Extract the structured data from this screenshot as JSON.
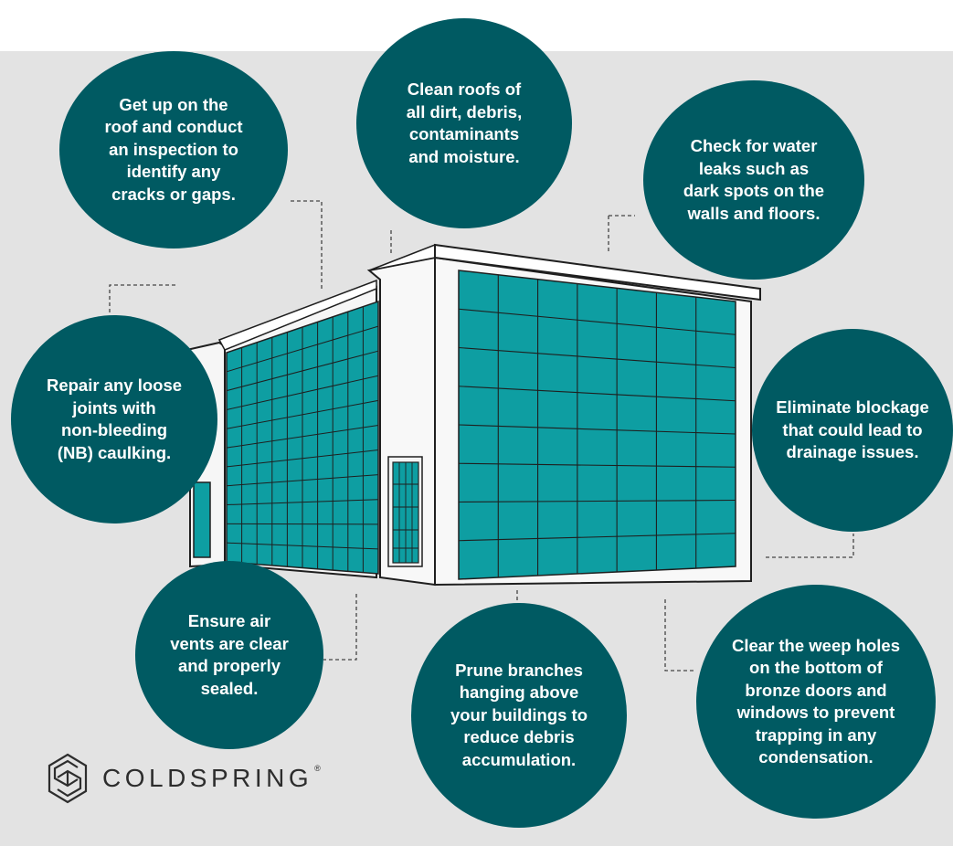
{
  "tips": [
    {
      "id": "roof-inspection",
      "text": "Get up on the\nroof and conduct\nan inspection to\nidentify any\ncracks or gaps."
    },
    {
      "id": "clean-roofs",
      "text": "Clean roofs of\nall dirt, debris,\ncontaminants\nand moisture."
    },
    {
      "id": "water-leaks",
      "text": "Check for water\nleaks such as\ndark spots on the\nwalls and floors."
    },
    {
      "id": "repair-joints",
      "text": "Repair any loose\njoints with\nnon-bleeding\n(NB) caulking."
    },
    {
      "id": "eliminate-blockage",
      "text": "Eliminate blockage\nthat could lead to\ndrainage issues."
    },
    {
      "id": "air-vents",
      "text": "Ensure air\nvents are clear\nand properly\nsealed."
    },
    {
      "id": "prune-branches",
      "text": "Prune branches\nhanging above\nyour buildings to\nreduce debris\naccumulation."
    },
    {
      "id": "weep-holes",
      "text": "Clear the weep holes\non the bottom of\nbronze doors and\nwindows to prevent\ntrapping in any\ncondensation."
    }
  ],
  "logo": {
    "name": "COLDSPRING",
    "mark": "®"
  },
  "colors": {
    "circle": "#005a62",
    "glass": "#0e9ea2",
    "background": "#e3e3e3",
    "outline": "#1f1f1f"
  },
  "icons": {
    "logo": "coldspring-logo-icon",
    "building": "building-illustration"
  }
}
